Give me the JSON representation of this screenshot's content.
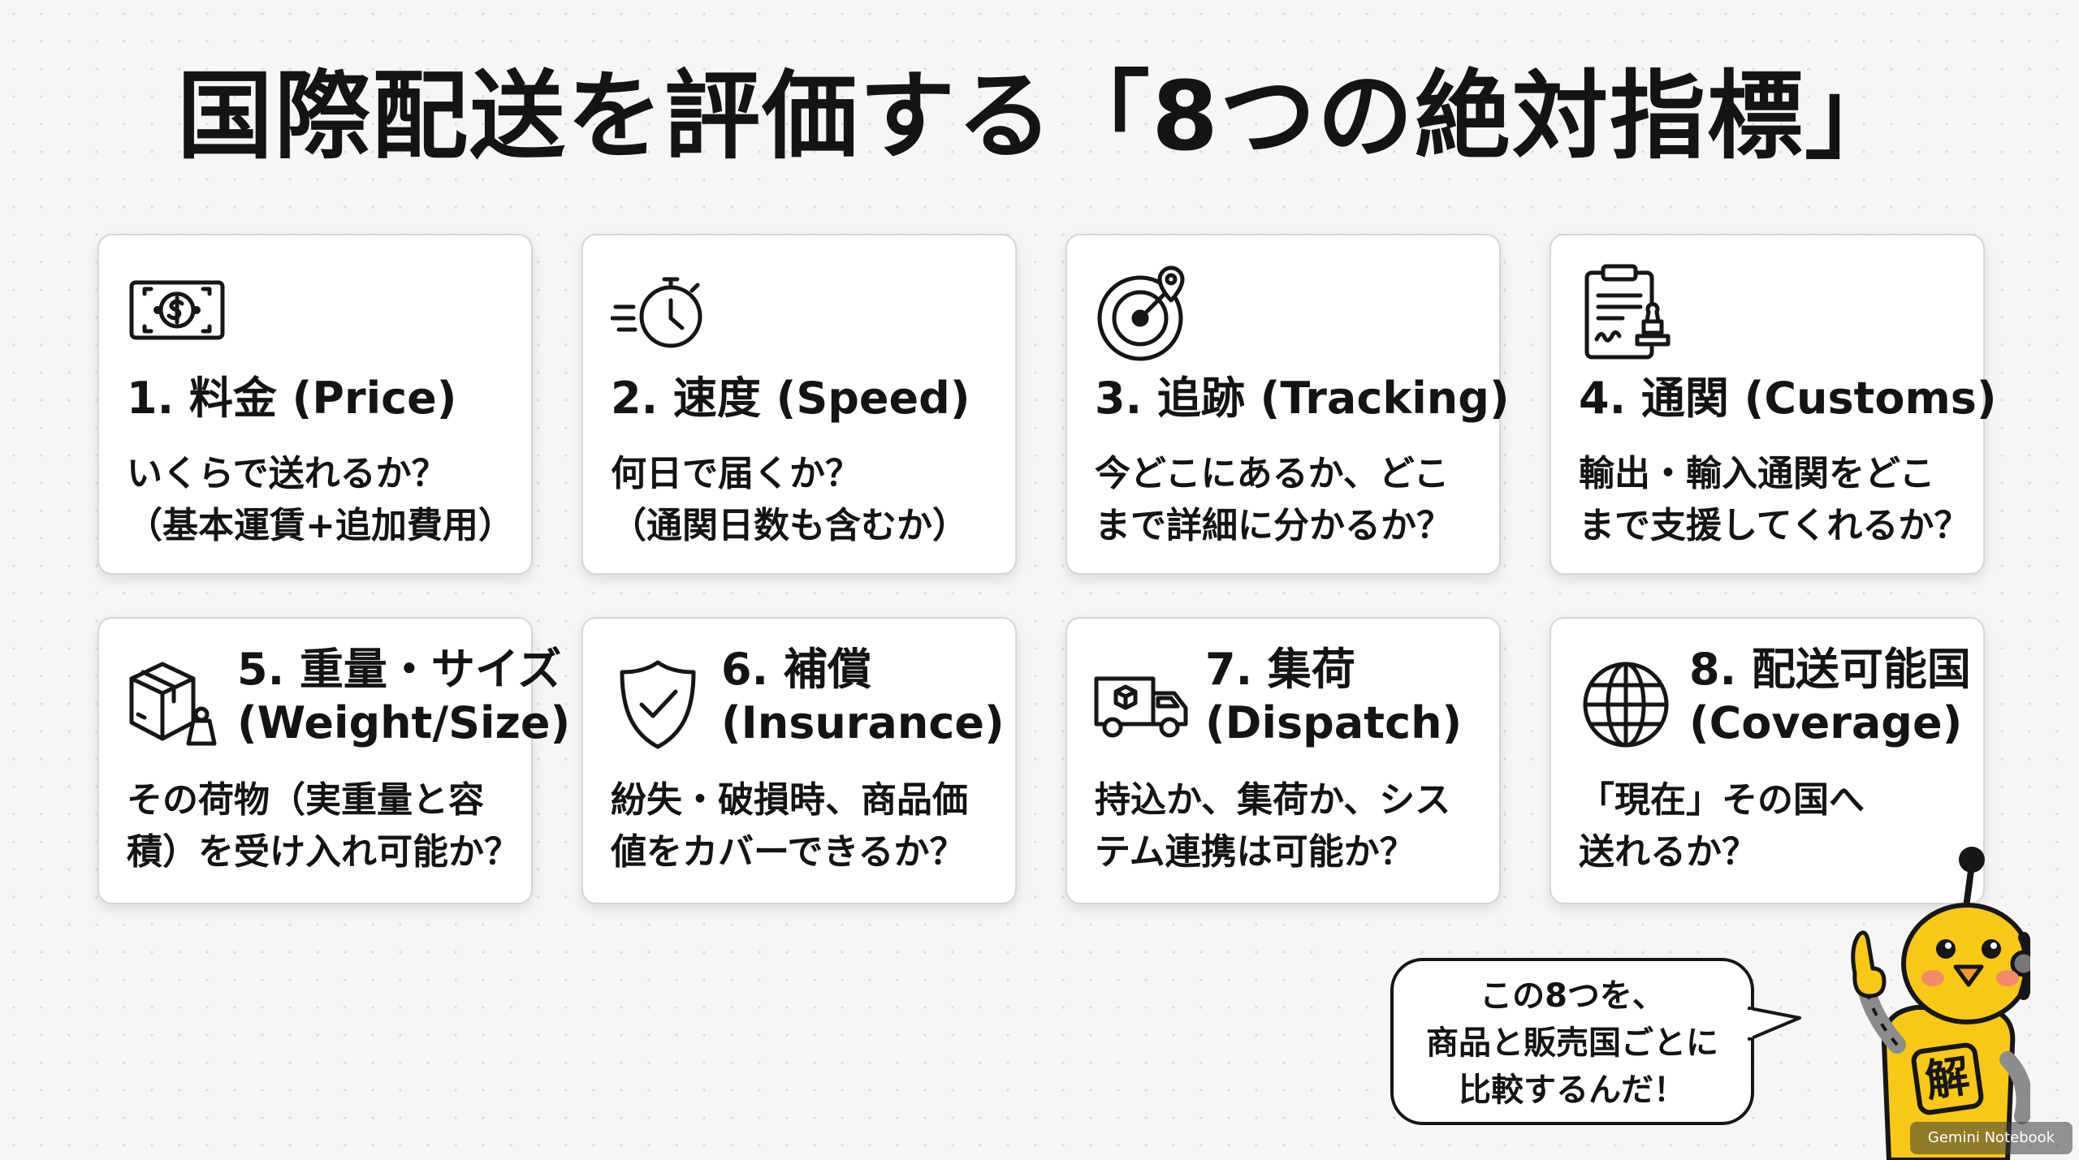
{
  "title": "国際配送を評価する「8つの絶対指標」",
  "cards": [
    {
      "heading": "1. 料金 (Price)",
      "desc": [
        "いくらで送れるか？",
        "（基本運賃+追加費用）"
      ],
      "icon": "money-icon"
    },
    {
      "heading": "2. 速度 (Speed)",
      "desc": [
        "何日で届くか？",
        "（通関日数も含むか）"
      ],
      "icon": "stopwatch-icon"
    },
    {
      "heading": "3. 追跡 (Tracking)",
      "desc": [
        "今どこにあるか、どこ",
        "まで詳細に分かるか？"
      ],
      "icon": "radar-tracking-icon"
    },
    {
      "heading": "4. 通関 (Customs)",
      "desc": [
        "輸出・輸入通関をどこ",
        "まで支援してくれるか？"
      ],
      "icon": "clipboard-stamp-icon"
    },
    {
      "heading": [
        "5. 重量・サイズ",
        "(Weight/Size)"
      ],
      "desc": [
        "その荷物（実重量と容",
        "積）を受け入れ可能か？"
      ],
      "icon": "package-weight-icon"
    },
    {
      "heading": [
        "6. 補償",
        "(Insurance)"
      ],
      "desc": [
        "紛失・破損時、商品価",
        "値をカバーできるか？"
      ],
      "icon": "shield-check-icon"
    },
    {
      "heading": [
        "7. 集荷",
        "(Dispatch)"
      ],
      "desc": [
        "持込か、集荷か、シス",
        "テム連携は可能か？"
      ],
      "icon": "delivery-truck-icon"
    },
    {
      "heading": [
        "8. 配送可能国",
        "(Coverage)"
      ],
      "desc": [
        "「現在」その国へ",
        "送れるか？"
      ],
      "icon": "globe-icon"
    }
  ],
  "bubble": [
    "この8つを、",
    "商品と販売国ごとに",
    "比較するんだ！"
  ],
  "mascot": {
    "badge": "解",
    "icon": "robot-chick-mascot-icon"
  },
  "watermark": "Gemini Notebook",
  "colors": {
    "mascot_yellow": "#f7c815",
    "text": "#141414",
    "background": "#f5f6f7"
  }
}
